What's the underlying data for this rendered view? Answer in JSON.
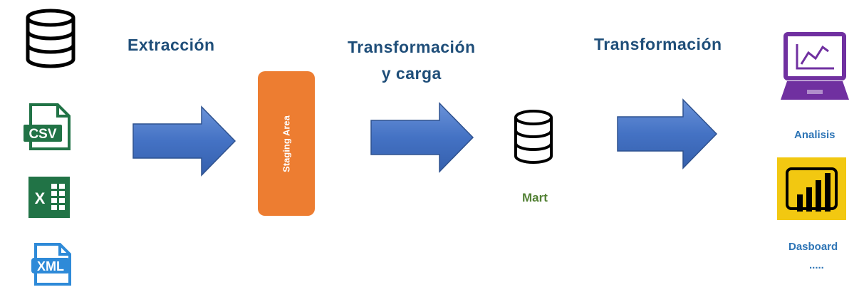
{
  "sources": {
    "database_icon": "database-icon",
    "csv": {
      "icon": "csv-file-icon",
      "label": "CSV",
      "color": "#217346"
    },
    "excel": {
      "icon": "excel-file-icon",
      "label": "X",
      "color": "#217346"
    },
    "xml": {
      "icon": "xml-file-icon",
      "label": "XML",
      "color": "#2e8ad8"
    }
  },
  "steps": {
    "extraction": {
      "label": "Extracción"
    },
    "transform_load": {
      "line1": "Transformación",
      "line2": "y  carga"
    },
    "transform": {
      "label": "Transformación"
    }
  },
  "staging": {
    "label": "Staging Area",
    "color": "#ed7d31"
  },
  "mart": {
    "label": "Mart",
    "icon": "database-icon",
    "color": "#538135"
  },
  "outputs": {
    "analysis": {
      "label": "Analisis",
      "icon": "laptop-chart-icon",
      "color": "#7030a0"
    },
    "dashboard": {
      "label": "Dasboard",
      "icon": "power-bi-icon",
      "color": "#f2c811",
      "more": "....."
    }
  },
  "colors": {
    "heading": "#1f4e79",
    "arrow": "#4472c4",
    "caption_blue": "#2e75b6"
  }
}
